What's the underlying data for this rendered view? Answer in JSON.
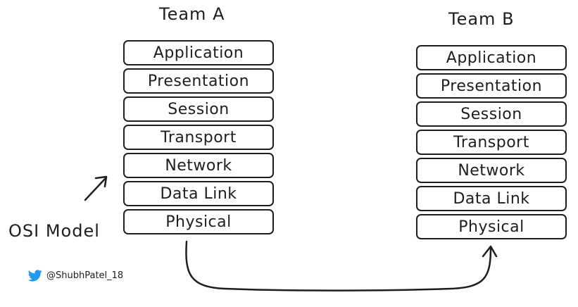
{
  "team_a": {
    "title": "Team A",
    "layers": [
      "Application",
      "Presentation",
      "Session",
      "Transport",
      "Network",
      "Data Link",
      "Physical"
    ]
  },
  "team_b": {
    "title": "Team B",
    "layers": [
      "Application",
      "Presentation",
      "Session",
      "Transport",
      "Network",
      "Data Link",
      "Physical"
    ]
  },
  "annotation": {
    "label": "OSI Model"
  },
  "credit": {
    "icon": "twitter-bird-icon",
    "handle": "@ShubhPatel_18",
    "icon_color": "#1d9bf0"
  },
  "colors": {
    "ink": "#1e1e1e",
    "background": "#ffffff"
  }
}
